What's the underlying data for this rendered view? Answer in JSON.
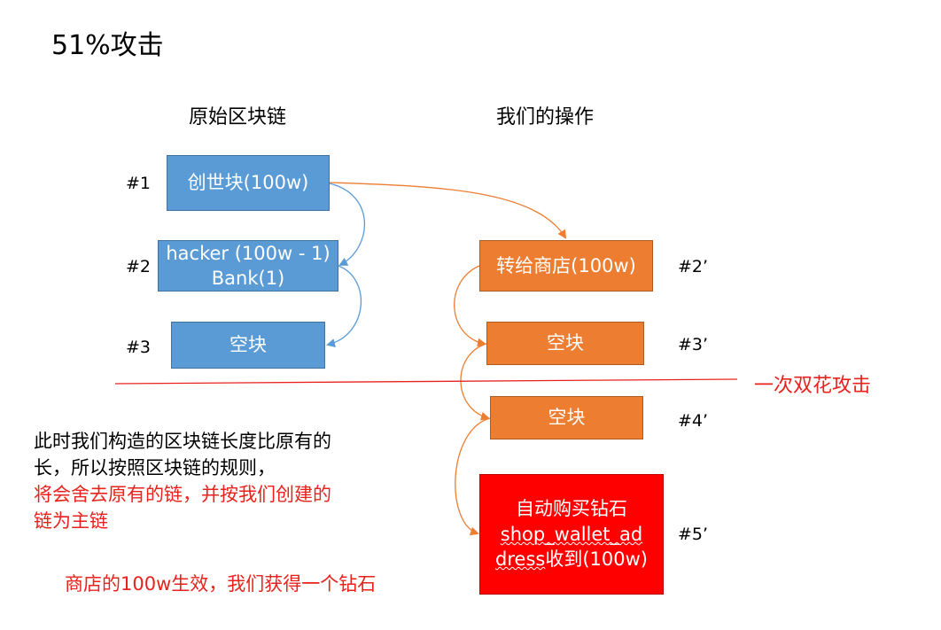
{
  "title": "51%攻击",
  "columns": {
    "original": "原始区块链",
    "ours": "我们的操作"
  },
  "original_chain": [
    {
      "label": "#1",
      "text": "创世块(100w)"
    },
    {
      "label": "#2",
      "line1": "hacker (100w - 1)",
      "line2": "Bank(1)"
    },
    {
      "label": "#3",
      "text": "空块"
    }
  ],
  "our_chain": [
    {
      "label": "#2’",
      "text": "转给商店(100w)"
    },
    {
      "label": "#3’",
      "text": "空块"
    },
    {
      "label": "#4’",
      "text": "空块"
    },
    {
      "label": "#5’",
      "line1": "自动购买钻石",
      "line2a": "shop_wallet_ad",
      "line2b": "dress",
      "line2c": "收到(100w)"
    }
  ],
  "divider_label": "一次双花攻击",
  "notes": {
    "black_line1": "此时我们构造的区块链长度比原有的",
    "black_line2": "长，所以按照区块链的规则，",
    "red_line1": "将会舍去原有的链，并按我们创建的",
    "red_line2": "链为主链",
    "result": "商店的100w生效，我们获得一个钻石"
  },
  "colors": {
    "blue": "#5b9bd5",
    "orange": "#ed7d31",
    "red": "#ff0000",
    "arrow_blue": "#5b9bd5",
    "arrow_orange": "#ed7d31",
    "divider": "#e8221c"
  }
}
